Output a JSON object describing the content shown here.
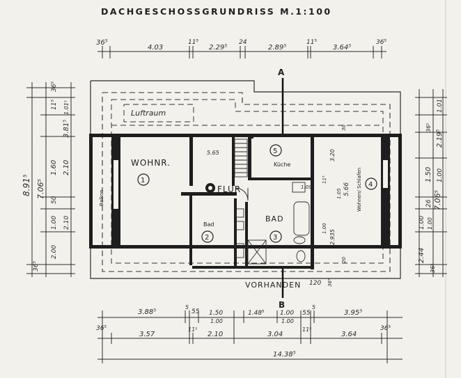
{
  "title": "DACHGESCHOSSGRUNDRISS  M.1:100",
  "rooms": {
    "luftraum": "Luftraum",
    "wohnr": "WOHNR.",
    "wohnr_num": "1",
    "bad_num": "2",
    "bad_label": "Bad",
    "room3_num": "3",
    "bad_caps": "BAD",
    "room5_num": "5",
    "kueche": "Küche",
    "room4_num": "4",
    "wohnen_schlafen": "Wohnen/ Schlafen",
    "flur": "FLUR",
    "balkon": "Balkon",
    "vorhanden": "VORHANDEN",
    "vorhanden_dim": "120"
  },
  "section_marks": {
    "top": "A",
    "bottom": "B"
  },
  "top_dims": [
    "36⁵",
    "4.03",
    "11⁵",
    "2.29⁵",
    "24",
    "2.89⁵",
    "11⁵",
    "3.64⁵",
    "36⁵"
  ],
  "bottom_dims_row1": [
    "3.88⁵",
    "5",
    "55",
    "1.50",
    "1.48⁵",
    "1.00",
    "55",
    "5",
    "3.95⁵"
  ],
  "bottom_dims_row1_sub": [
    "1.00",
    "1.00"
  ],
  "bottom_dims_row2": [
    "36⁵",
    "3.57",
    "11⁵",
    "2.10",
    "3.04",
    "11⁵",
    "3.64",
    "36⁵"
  ],
  "bottom_total": "14.38⁵",
  "left_dims": [
    "36⁵",
    "11⁵",
    "1.01⁵",
    "3.81⁵",
    "8.91⁵",
    "7.06⁵",
    "1.60",
    "2.10",
    "50",
    "1.00",
    "2.10",
    "2.00",
    "36⁵"
  ],
  "right_dims": [
    "1.01",
    "2.19⁵",
    "36⁵",
    "1.50",
    "1.00",
    "26",
    "7.06⁵",
    "1.00",
    "1.00",
    "2.44",
    "36⁵"
  ],
  "interior_dims": [
    "5.65",
    "1.09",
    "3.20",
    "5.66",
    "2.935",
    "20",
    "30",
    "36⁵",
    "1.05",
    "11⁵",
    "1.00"
  ]
}
